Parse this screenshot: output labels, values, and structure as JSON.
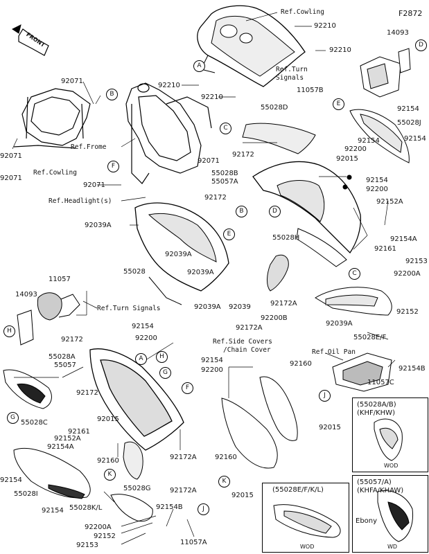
{
  "figure_code": "F2872",
  "front_label": "FRONT",
  "variant_boxes": [
    {
      "id": "kh",
      "title": "(55028A/B)",
      "subtitle": "(KHF/KHW)",
      "color": "WOD"
    },
    {
      "id": "fa",
      "title": "(55057/A)",
      "subtitle": "(KHFA/KHAW)",
      "color": "WD",
      "note": "Ebony"
    },
    {
      "id": "efkl",
      "title": "(55028E/F/K/L)",
      "color": "WOD"
    }
  ],
  "labels": [
    {
      "id": "l1",
      "text": "Ref.Cowling",
      "ref": true
    },
    {
      "id": "l2",
      "text": "92210"
    },
    {
      "id": "l3",
      "text": "92210"
    },
    {
      "id": "l4",
      "text": "14093"
    },
    {
      "id": "l5",
      "text": "Ref.Turn",
      "ref": true
    },
    {
      "id": "l6",
      "text": "Signals",
      "ref": true
    },
    {
      "id": "l7",
      "text": "11057B"
    },
    {
      "id": "l8",
      "text": "92210"
    },
    {
      "id": "l9",
      "text": "92210"
    },
    {
      "id": "l10",
      "text": "92071"
    },
    {
      "id": "l11",
      "text": "55028D"
    },
    {
      "id": "l12",
      "text": "92154"
    },
    {
      "id": "l13",
      "text": "55028J"
    },
    {
      "id": "l14",
      "text": "92154"
    },
    {
      "id": "l15",
      "text": "92154"
    },
    {
      "id": "l16",
      "text": "92172"
    },
    {
      "id": "l17",
      "text": "92200"
    },
    {
      "id": "l18",
      "text": "92015"
    },
    {
      "id": "l19",
      "text": "55028B"
    },
    {
      "id": "l20",
      "text": "55057A"
    },
    {
      "id": "l21",
      "text": "92154"
    },
    {
      "id": "l22",
      "text": "92200"
    },
    {
      "id": "l23",
      "text": "92071"
    },
    {
      "id": "l24",
      "text": "Ref.Frome",
      "ref": true
    },
    {
      "id": "l25",
      "text": "92071"
    },
    {
      "id": "l26",
      "text": "Ref.Cowling",
      "ref": true
    },
    {
      "id": "l27",
      "text": "92071"
    },
    {
      "id": "l28",
      "text": "92071"
    },
    {
      "id": "l29",
      "text": "Ref.Headlight(s)",
      "ref": true
    },
    {
      "id": "l30",
      "text": "92172"
    },
    {
      "id": "l31",
      "text": "92152A"
    },
    {
      "id": "l32",
      "text": "92039A"
    },
    {
      "id": "l33",
      "text": "92154A"
    },
    {
      "id": "l34",
      "text": "92161"
    },
    {
      "id": "l35",
      "text": "55028H"
    },
    {
      "id": "l36",
      "text": "92039A"
    },
    {
      "id": "l37",
      "text": "55028"
    },
    {
      "id": "l38",
      "text": "92039A"
    },
    {
      "id": "l39",
      "text": "92153"
    },
    {
      "id": "l40",
      "text": "92200A"
    },
    {
      "id": "l41",
      "text": "11057"
    },
    {
      "id": "l42",
      "text": "14093"
    },
    {
      "id": "l43",
      "text": "Ref.Turn Signals",
      "ref": true
    },
    {
      "id": "l44",
      "text": "92039A"
    },
    {
      "id": "l45",
      "text": "92039"
    },
    {
      "id": "l46",
      "text": "92172A"
    },
    {
      "id": "l47",
      "text": "92152"
    },
    {
      "id": "l48",
      "text": "92200B"
    },
    {
      "id": "l49",
      "text": "92039A"
    },
    {
      "id": "l50",
      "text": "92154"
    },
    {
      "id": "l51",
      "text": "92172A"
    },
    {
      "id": "l52",
      "text": "55028E/F"
    },
    {
      "id": "l53",
      "text": "92172"
    },
    {
      "id": "l54",
      "text": "92200"
    },
    {
      "id": "l55",
      "text": "Ref.Side Covers",
      "ref": true
    },
    {
      "id": "l56",
      "text": "/Chain Cover",
      "ref": true
    },
    {
      "id": "l57",
      "text": "Ref.Oil Pan",
      "ref": true
    },
    {
      "id": "l58",
      "text": "55028A"
    },
    {
      "id": "l59",
      "text": "55057"
    },
    {
      "id": "l60",
      "text": "92154"
    },
    {
      "id": "l61",
      "text": "92200"
    },
    {
      "id": "l62",
      "text": "92154B"
    },
    {
      "id": "l63",
      "text": "11057C"
    },
    {
      "id": "l64",
      "text": "92160"
    },
    {
      "id": "l65",
      "text": "92172"
    },
    {
      "id": "l66",
      "text": "55028C"
    },
    {
      "id": "l67",
      "text": "92015"
    },
    {
      "id": "l68",
      "text": "92161"
    },
    {
      "id": "l69",
      "text": "92152A"
    },
    {
      "id": "l70",
      "text": "92154A"
    },
    {
      "id": "l71",
      "text": "92015"
    },
    {
      "id": "l72",
      "text": "92160"
    },
    {
      "id": "l73",
      "text": "92172A"
    },
    {
      "id": "l74",
      "text": "92160"
    },
    {
      "id": "l75",
      "text": "92154"
    },
    {
      "id": "l76",
      "text": "55028I"
    },
    {
      "id": "l77",
      "text": "55028G"
    },
    {
      "id": "l78",
      "text": "92172A"
    },
    {
      "id": "l79",
      "text": "92015"
    },
    {
      "id": "l80",
      "text": "55028K/L"
    },
    {
      "id": "l81",
      "text": "92154B"
    },
    {
      "id": "l82",
      "text": "92154"
    },
    {
      "id": "l83",
      "text": "92200A"
    },
    {
      "id": "l84",
      "text": "92152"
    },
    {
      "id": "l85",
      "text": "92153"
    },
    {
      "id": "l86",
      "text": "11057A"
    }
  ],
  "callouts": [
    "A",
    "B",
    "C",
    "D",
    "E",
    "F",
    "A",
    "B",
    "C",
    "D",
    "E",
    "F",
    "G",
    "H",
    "J",
    "H",
    "G",
    "K",
    "K",
    "J"
  ]
}
